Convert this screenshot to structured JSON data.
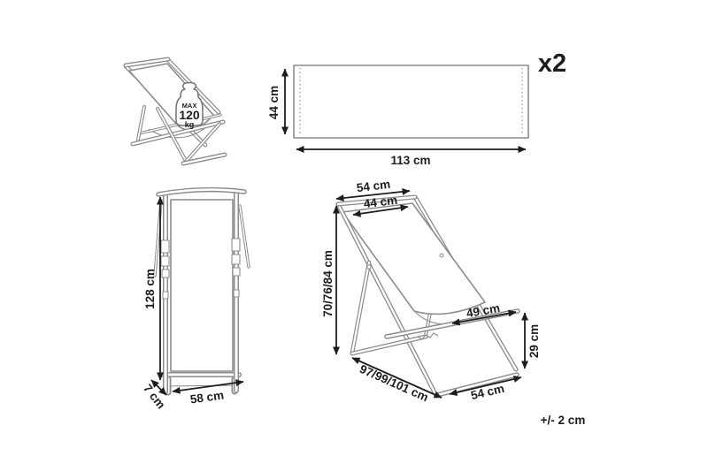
{
  "quantity": "x2",
  "tolerance": "+/- 2 cm",
  "weight_icon": {
    "prefix": "MAX",
    "value": "120",
    "unit": "kg"
  },
  "fabric_panel": {
    "height": "44 cm",
    "width": "113 cm"
  },
  "front_view": {
    "height": "128 cm",
    "depth": "7 cm",
    "width": "58 cm"
  },
  "side_view": {
    "top_width": "54 cm",
    "frame_width": "44 cm",
    "height": "70/76/84 cm",
    "seat_depth": "49 cm",
    "seat_height": "29 cm",
    "footprint_depth": "97/99/101 cm",
    "base_width": "54 cm"
  },
  "colors": {
    "line": "#8c8c8c",
    "dim": "#1d1d1b",
    "bg": "#ffffff"
  }
}
